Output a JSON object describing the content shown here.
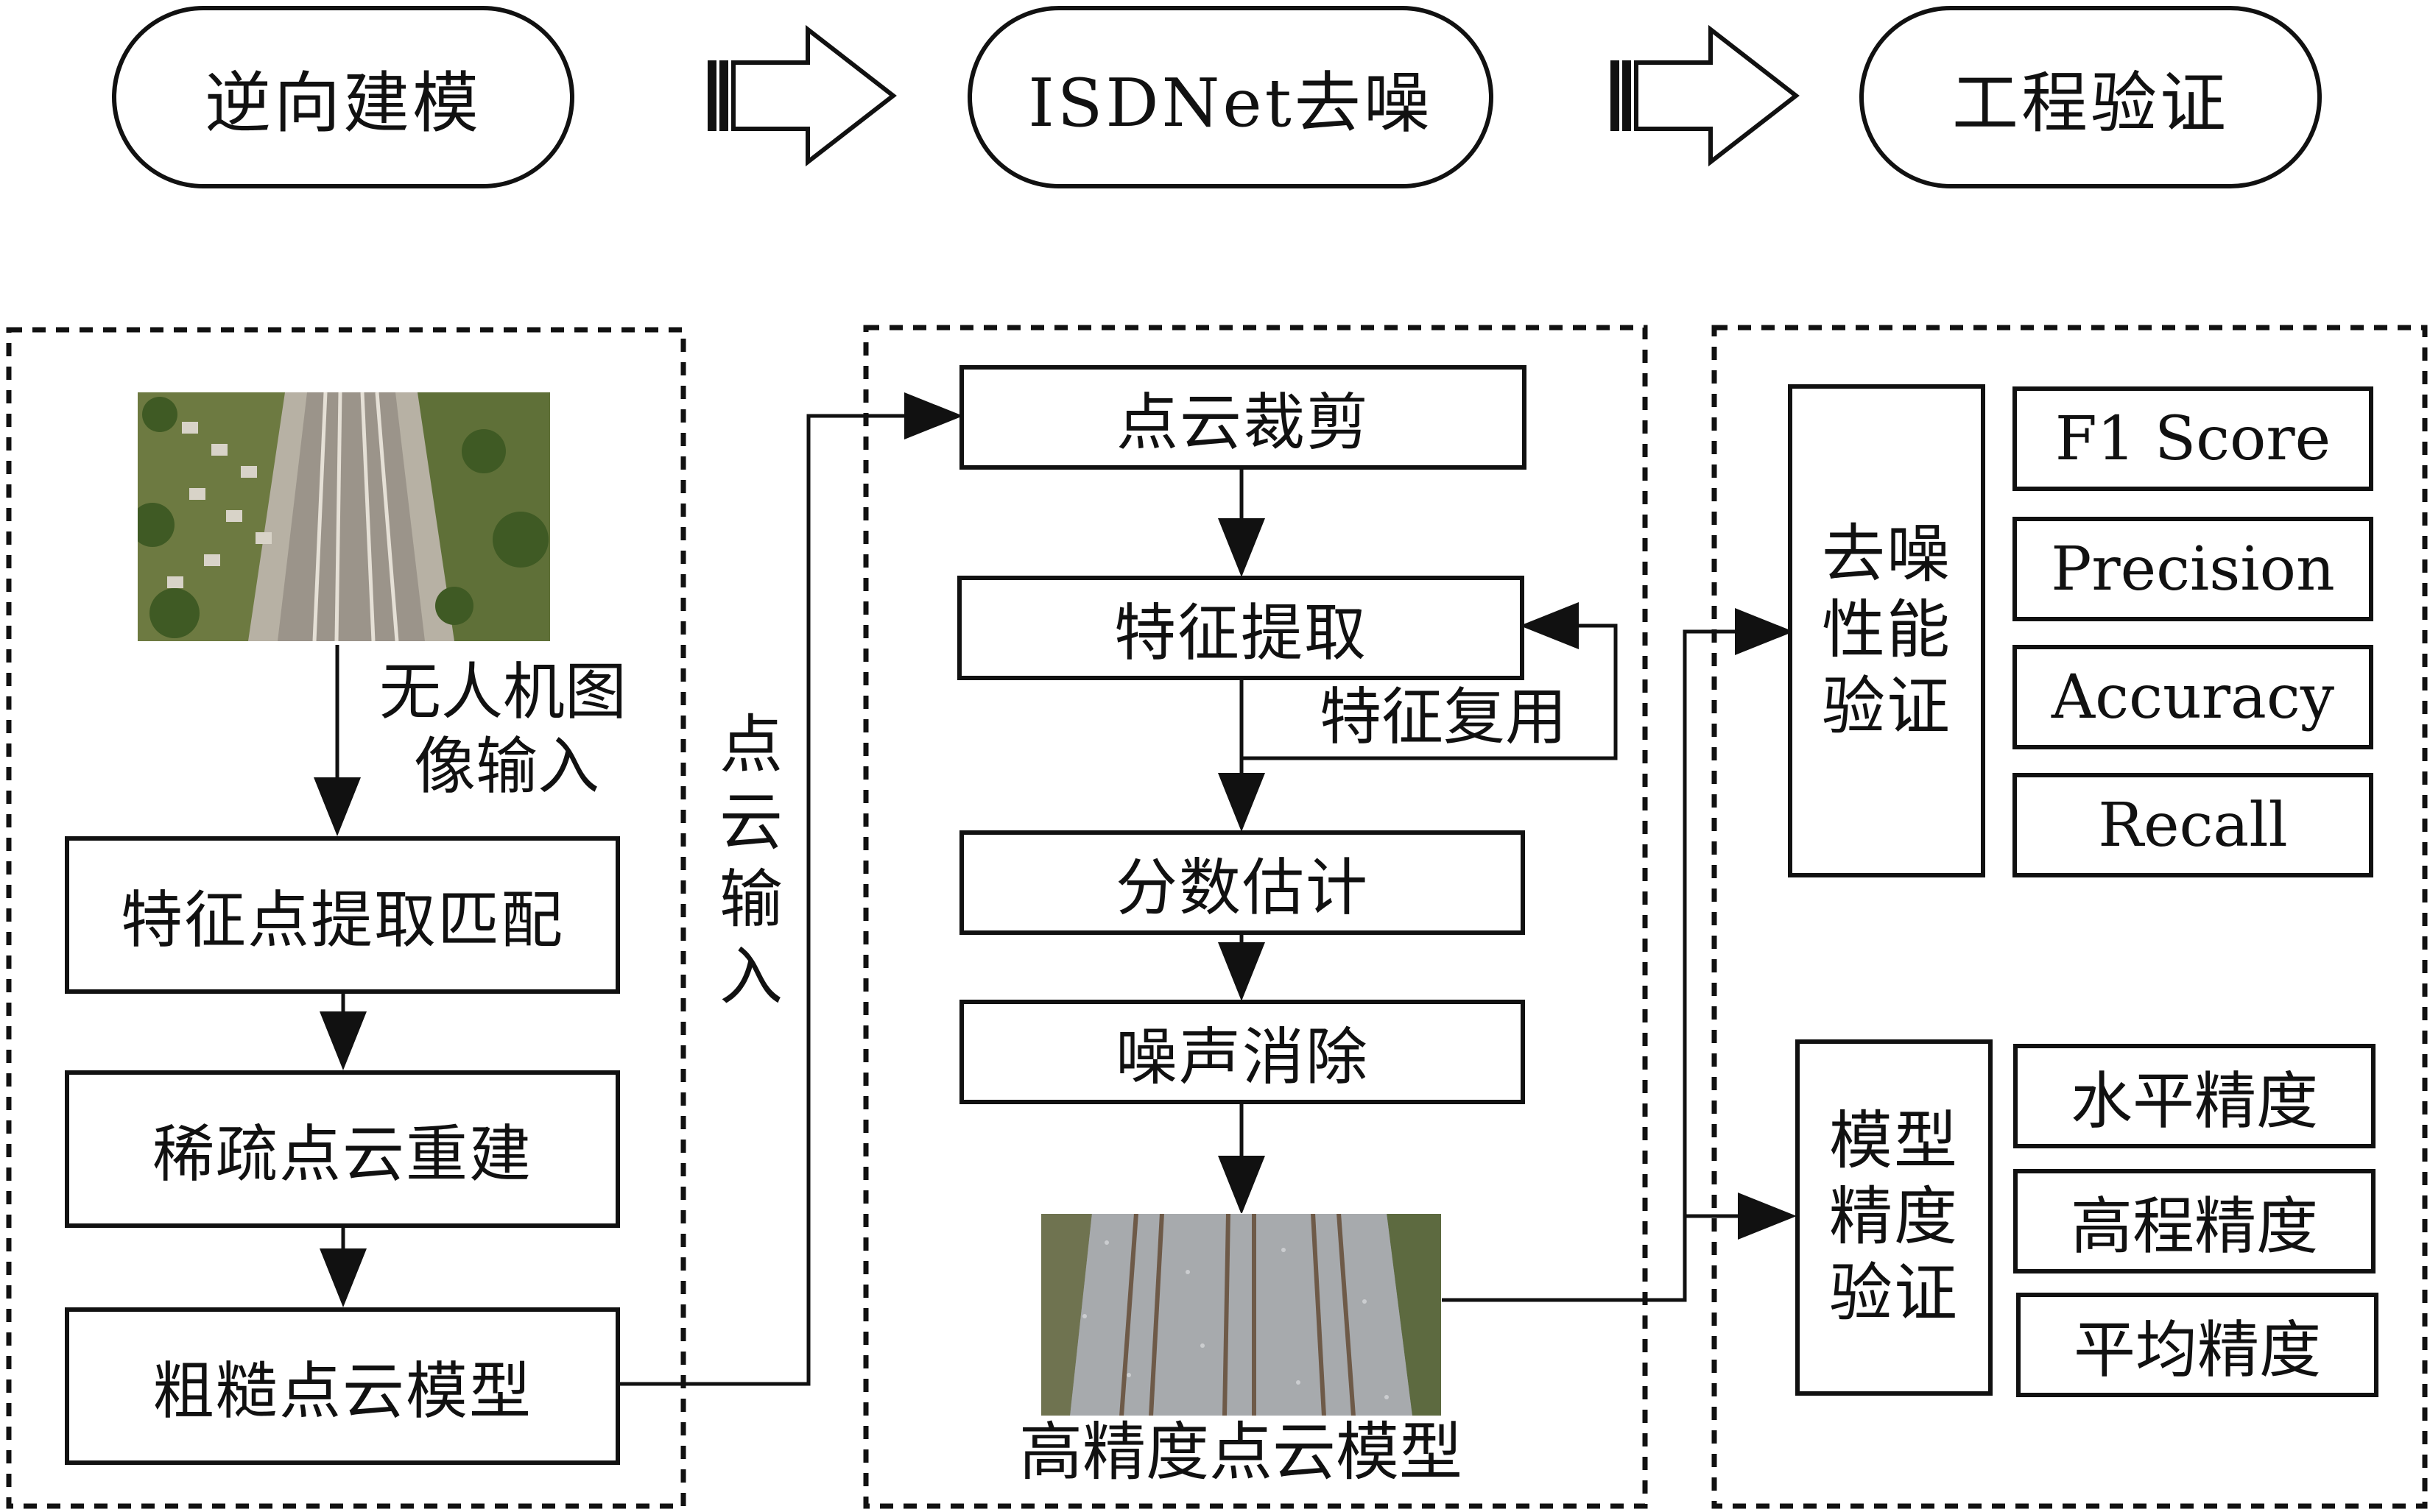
{
  "header": {
    "stage1": "逆向建模",
    "stage2": "ISDNet去噪",
    "stage3": "工程验证"
  },
  "left": {
    "photo_label_line1": "无人机图",
    "photo_label_line2": "像输入",
    "step1": "特征点提取匹配",
    "step2": "稀疏点云重建",
    "step3": "粗糙点云模型"
  },
  "connector": {
    "chars": [
      "点",
      "云",
      "输",
      "入"
    ]
  },
  "middle": {
    "step1": "点云裁剪",
    "step2": "特征提取",
    "feedback_label": "特征复用",
    "step3": "分数估计",
    "step4": "噪声消除",
    "output_label": "高精度点云模型"
  },
  "right": {
    "denoise_group": [
      "去",
      "噪",
      "性",
      "能",
      "验",
      "证"
    ],
    "denoise_metrics": [
      "F1 Score",
      "Precision",
      "Accuracy",
      "Recall"
    ],
    "model_group": [
      "模",
      "型",
      "精",
      "度",
      "验",
      "证"
    ],
    "model_metrics": [
      "水平精度",
      "高程精度",
      "平均精度"
    ]
  }
}
